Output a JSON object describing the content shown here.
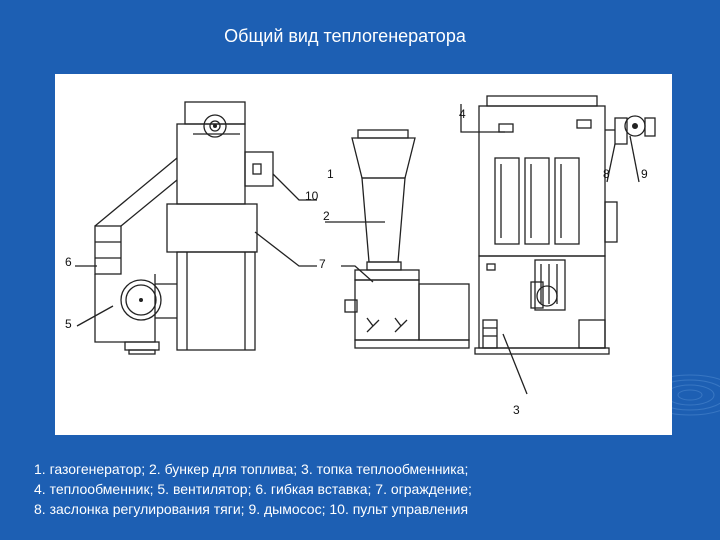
{
  "slide": {
    "title": "Общий вид теплогенератора",
    "colors": {
      "background": "#1d5fb3",
      "figure": "#ffffff",
      "text": "#ffffff"
    }
  },
  "diagram": {
    "labels": [
      "1",
      "2",
      "3",
      "4",
      "5",
      "6",
      "7",
      "8",
      "9",
      "10"
    ]
  },
  "caption": {
    "lines": [
      "1. газогенератор; 2. бункер для топлива; 3. топка теплообменника;",
      "4. теплообменник; 5. вентилятор; 6. гибкая вставка; 7. ограждение;",
      "8. заслонка регулирования тяги; 9. дымосос; 10. пульт управления"
    ]
  }
}
